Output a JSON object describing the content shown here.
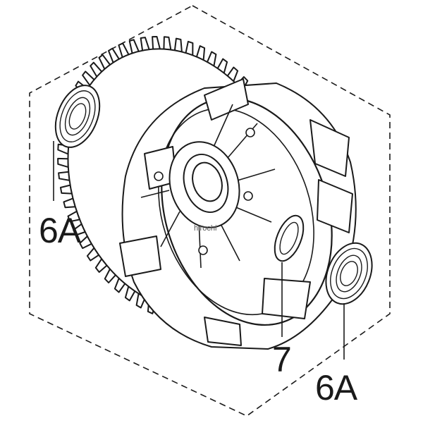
{
  "diagram": {
    "labels": {
      "bearing_left": "6A",
      "oil_seal": "7",
      "bearing_right": "6A"
    },
    "watermark": "hirochi"
  },
  "colors": {
    "line": "#1a1a1a",
    "fill": "#ffffff"
  }
}
